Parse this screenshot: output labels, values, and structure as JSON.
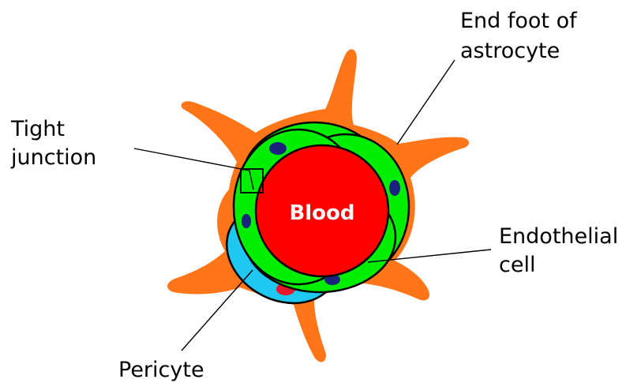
{
  "labels": {
    "blood": "Blood",
    "end_foot_line1": "End foot of",
    "end_foot_line2": "astrocyte",
    "tight_line1": "Tight",
    "tight_line2": "junction",
    "endothelial_line1": "Endothelial",
    "endothelial_line2": "cell",
    "pericyte": "Pericyte"
  },
  "colors": {
    "astrocyte": "#ff7518",
    "endothelial": "#00ee00",
    "pericyte": "#1ec8f0",
    "blood": "#ff0000",
    "nucleus": "#1a237e",
    "pericyte_nucleus": "#e8162c",
    "outline": "#000000"
  }
}
